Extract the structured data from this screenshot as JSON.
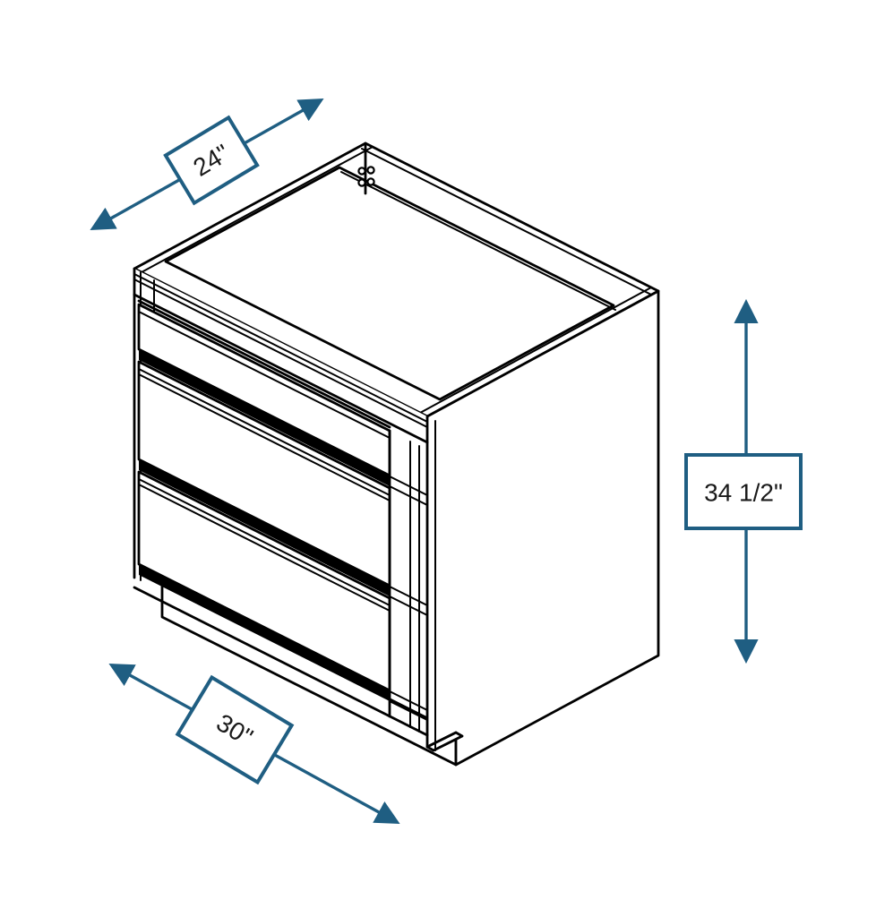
{
  "diagram": {
    "subject": "3-drawer base cabinet - isometric line drawing",
    "colors": {
      "dimension": "#1f5e82",
      "line": "#000000",
      "fill": "#ffffff",
      "text": "#1a1a1a",
      "background": "#ffffff"
    },
    "dimensions": {
      "depth": {
        "label": "24\""
      },
      "width": {
        "label": "30\""
      },
      "height": {
        "label": "34 1/2\""
      }
    }
  }
}
